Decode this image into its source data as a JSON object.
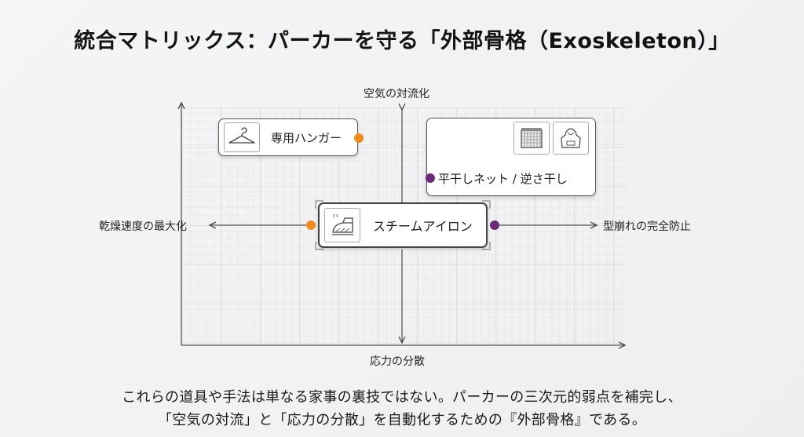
{
  "title": "統合マトリックス：パーカーを守る「外部骨格（Exoskeleton）」",
  "axes": {
    "top": "空気の対流化",
    "bottom": "応力の分散",
    "left": "乾燥速度の最大化",
    "right": "型崩れの完全防止"
  },
  "cards": {
    "hanger": {
      "label": "専用ハンガー",
      "icon": "hanger-icon"
    },
    "net": {
      "label": "平干しネット / 逆さ干し",
      "icons": [
        "drying-net-icon",
        "hoodie-icon"
      ]
    },
    "iron": {
      "label": "スチームアイロン",
      "icon": "steam-iron-icon"
    }
  },
  "colors": {
    "orange": "#f28b1e",
    "purple": "#6b2a78"
  },
  "footer": {
    "line1": "これらの道具や手法は単なる家事の裏技ではない。パーカーの三次元的弱点を補完し、",
    "line2": "「空気の対流」と「応力の分散」を自動化するための『外部骨格』である。"
  }
}
